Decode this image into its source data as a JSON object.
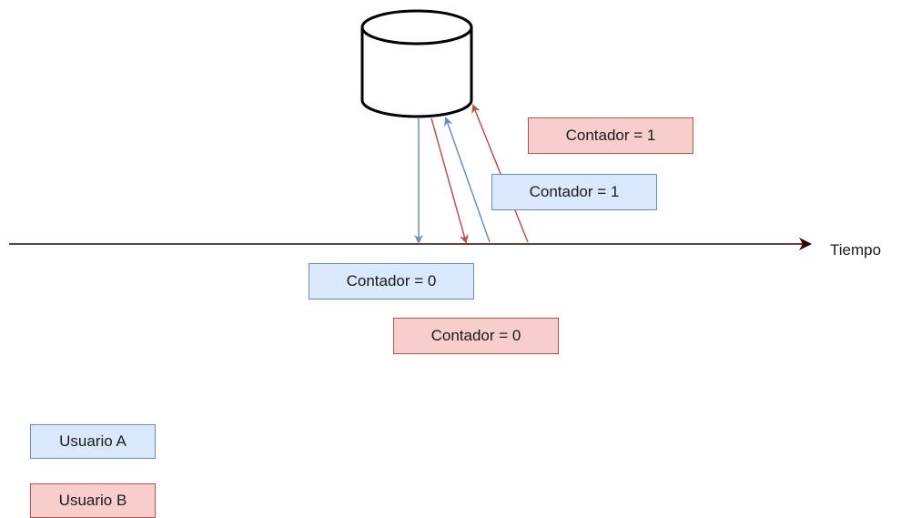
{
  "axis": {
    "label": "Tiempo"
  },
  "labels": {
    "b_write": "Contador = 1",
    "a_write": "Contador = 1",
    "a_read": "Contador = 0",
    "b_read": "Contador = 0"
  },
  "legend": {
    "user_a": "Usuario A",
    "user_b": "Usuario B"
  },
  "colors": {
    "user_a_fill": "#dae8fc",
    "user_a_stroke": "#6c8ebf",
    "user_b_fill": "#f8cecc",
    "user_b_stroke": "#b85450",
    "timeline": "#330000"
  },
  "icons": {
    "database": "database-cylinder-icon"
  }
}
